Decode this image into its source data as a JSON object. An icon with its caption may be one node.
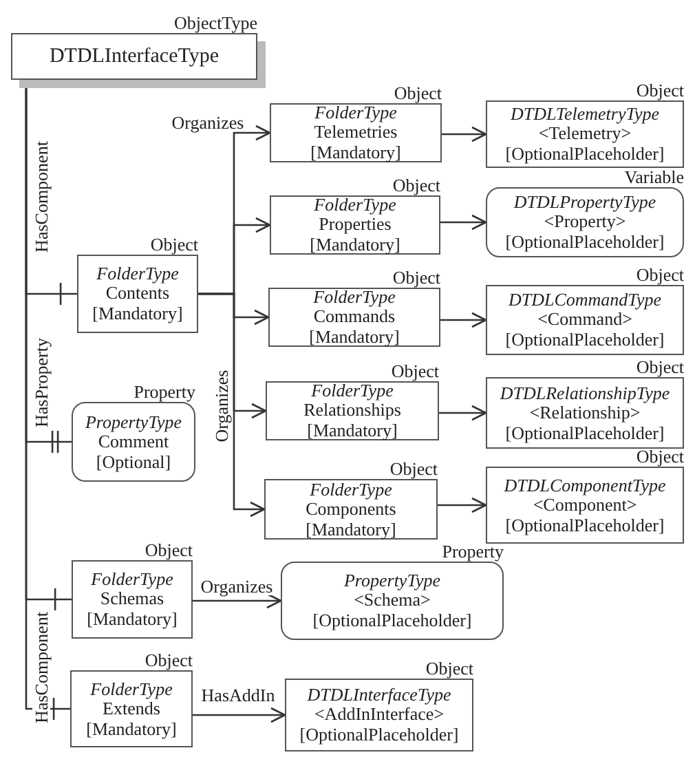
{
  "diagram": {
    "nodes": [
      {
        "text": [
          "DTDLInterfaceType"
        ],
        "beside": [
          "ObjectType"
        ]
      },
      {
        "text": [
          "FolderType",
          "Contents",
          "[Mandatory]"
        ],
        "beside": [
          "Object"
        ]
      },
      {
        "text": [
          "PropertyType",
          "Comment",
          "[Optional]"
        ],
        "beside": [
          "Property"
        ]
      },
      {
        "text": [
          "FolderType",
          "Schemas",
          "[Mandatory]"
        ],
        "beside": [
          "Object"
        ]
      },
      {
        "text": [
          "FolderType",
          "Extends",
          "[Mandatory]"
        ],
        "beside": [
          "Object"
        ]
      },
      {
        "text": [
          "FolderType",
          "Telemetries",
          "[Mandatory]"
        ],
        "beside": [
          "Object"
        ]
      },
      {
        "text": [
          "FolderType",
          "Properties",
          "[Mandatory]"
        ],
        "beside": [
          "Object"
        ]
      },
      {
        "text": [
          "FolderType",
          "Commands",
          "[Mandatory]"
        ],
        "beside": [
          "Object"
        ]
      },
      {
        "text": [
          "FolderType",
          "Relationships",
          "[Mandatory]"
        ],
        "beside": [
          "Object"
        ]
      },
      {
        "text": [
          "FolderType",
          "Components",
          "[Mandatory]"
        ],
        "beside": [
          "Object"
        ]
      },
      {
        "text": [
          "DTDLTelemetryType",
          "<Telemetry>",
          "[OptionalPlaceholder]"
        ],
        "beside": [
          "Object"
        ]
      },
      {
        "text": [
          "DTDLPropertyType",
          "<Property>",
          "[OptionalPlaceholder]"
        ],
        "beside": [
          "Variable"
        ]
      },
      {
        "text": [
          "DTDLCommandType",
          "<Command>",
          "[OptionalPlaceholder]"
        ],
        "beside": [
          "Object"
        ]
      },
      {
        "text": [
          "DTDLRelationshipType",
          "<Relationship>",
          "[OptionalPlaceholder]"
        ],
        "beside": [
          "Object"
        ]
      },
      {
        "text": [
          "DTDLComponentType",
          "<Component>",
          "[OptionalPlaceholder]"
        ],
        "beside": [
          "Object"
        ]
      },
      {
        "text": [
          "PropertyType",
          "<Schema>",
          "[OptionalPlaceholder]"
        ],
        "beside": [
          "Property"
        ]
      },
      {
        "text": [
          "DTDLInterfaceType",
          "<AddInInterface>",
          "[OptionalPlaceholder]"
        ],
        "beside": [
          "Object"
        ]
      }
    ],
    "edges": [
      {
        "from": 0,
        "to": 1,
        "arrow": "other",
        "label": "HasComponent"
      },
      {
        "from": 0,
        "to": 2,
        "arrow": "other",
        "label": "HasProperty"
      },
      {
        "from": 0,
        "to": 3,
        "arrow": "other",
        "label": "HasComponent"
      },
      {
        "from": 0,
        "to": 4,
        "arrow": "other"
      },
      {
        "from": 1,
        "to": 5,
        "arrow": "to",
        "label": "Organizes"
      },
      {
        "from": 1,
        "to": 6,
        "arrow": "to"
      },
      {
        "from": 1,
        "to": 7,
        "arrow": "to"
      },
      {
        "from": 1,
        "to": 8,
        "arrow": "to",
        "label": "Organizes"
      },
      {
        "from": 1,
        "to": 9,
        "arrow": "to"
      },
      {
        "from": 5,
        "to": 10,
        "arrow": "to"
      },
      {
        "from": 6,
        "to": 11,
        "arrow": "to"
      },
      {
        "from": 7,
        "to": 12,
        "arrow": "to"
      },
      {
        "from": 8,
        "to": 13,
        "arrow": "to"
      },
      {
        "from": 9,
        "to": 14,
        "arrow": "to"
      },
      {
        "from": 3,
        "to": 15,
        "arrow": "to",
        "label": "Organizes"
      },
      {
        "from": 4,
        "to": 16,
        "arrow": "to",
        "label": "HasAddIn"
      }
    ]
  }
}
